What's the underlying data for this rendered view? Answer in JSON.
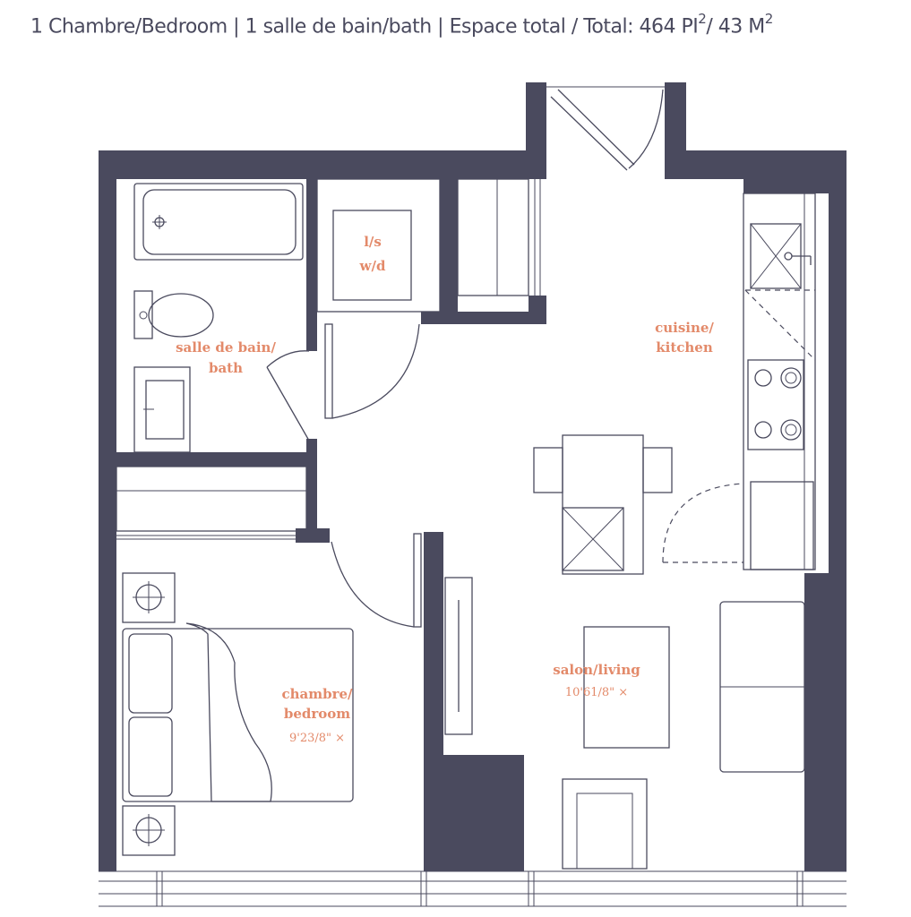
{
  "header": {
    "unit_summary": "1 Chambre/Bedroom | 1 salle de bain/bath | Espace total / Total: 464 PI",
    "sq_ft_exp": "2",
    "metric_area": "/ 43 M",
    "sq_m_exp": "2"
  },
  "rooms": {
    "laundry": {
      "line1": "l/s",
      "line2": "w/d"
    },
    "bathroom": {
      "line1": "salle de bain/",
      "line2": "bath"
    },
    "kitchen": {
      "line1": "cuisine/",
      "line2": "kitchen"
    },
    "living": {
      "line1": "salon/living",
      "dims": "10'61/8\" ×"
    },
    "bedroom": {
      "line1": "chambre/",
      "line2": "bedroom",
      "dims": "9'23/8\" ×"
    }
  },
  "colors": {
    "walls": "#4a4a5e",
    "labels": "#e38a6a",
    "background": "#ffffff"
  }
}
